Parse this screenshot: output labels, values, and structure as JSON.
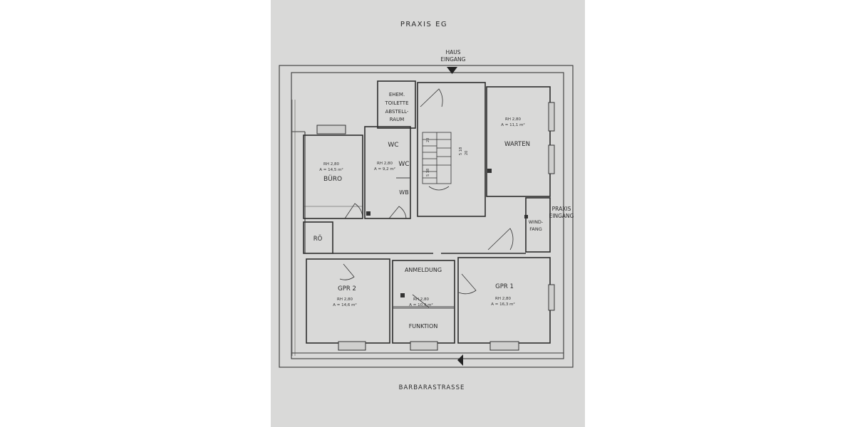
{
  "title": "PRAXIS EG",
  "street": "BARBARASTRASSE",
  "entrance_labels": {
    "house": [
      "HAUS",
      "EINGANG"
    ],
    "practice": [
      "PRAXIS",
      "EINGANG"
    ]
  },
  "rooms": {
    "buero": {
      "name": "BÜRO",
      "rh": "RH 2,80",
      "area": "A = 14,5 m²"
    },
    "wc": {
      "name": "WC",
      "name2": "WC",
      "name3": "WB",
      "rh": "RH 2,80",
      "area": "A = 9,2 m²"
    },
    "storage": {
      "lines": [
        "EHEM.",
        "TOILETTE",
        "ABSTELL-",
        "RAUM"
      ]
    },
    "warten": {
      "name": "WARTEN",
      "rh": "RH 2,80",
      "area": "A = 11,1 m²"
    },
    "windfang": {
      "lines": [
        "WIND-",
        "FANG"
      ]
    },
    "roe": {
      "name": "RÖ"
    },
    "anmeldung": {
      "name": "ANMELDUNG"
    },
    "gpr2": {
      "name": "GPR 2",
      "rh": "RH 2,80",
      "area": "A = 14,6 m²"
    },
    "gpr1": {
      "name": "GPR 1",
      "rh": "RH 2,80",
      "area": "A = 16,3 m²"
    },
    "funktion": {
      "name": "FUNKTION",
      "rh": "RH 2,80",
      "area": "A = 10,9 m²"
    }
  },
  "stair_labels": [
    "20",
    "S 18",
    "5 18",
    "20"
  ],
  "colors": {
    "paper": "#d9d9d8",
    "ink": "#2a2a2a"
  }
}
